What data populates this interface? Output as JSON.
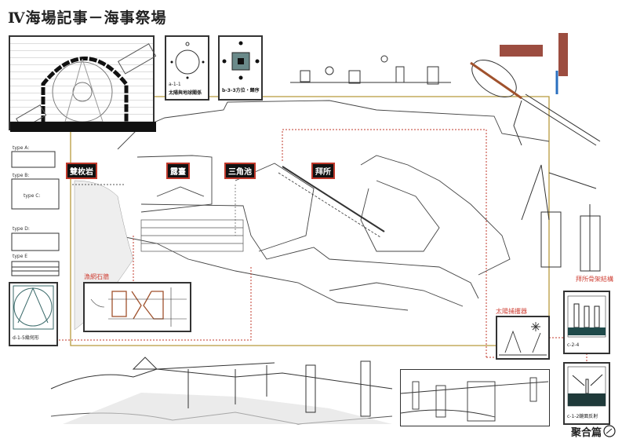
{
  "title": "Ⅳ海場記事－海事祭場",
  "cards": {
    "a11": {
      "code": "a-1-1",
      "caption": "太陽與地球關係"
    },
    "b33": {
      "caption": "b-3-3方位・歸序"
    },
    "d15": {
      "caption": "d-1-5幾何形"
    },
    "c24": {
      "caption": "c-2-4"
    },
    "c12": {
      "caption": "c-1-2鏡面反射"
    }
  },
  "tags": [
    "雙枚岩",
    "露臺",
    "三角池",
    "拜所"
  ],
  "labels": {
    "fishnet_wall": "漁網石牆",
    "sun_catcher": "太陽捕攫器",
    "shrine_frame": "拜所骨架結構",
    "types": [
      "type A:",
      "type B:",
      "type C:",
      "type D:",
      "type E"
    ]
  },
  "footer": "聚合篇",
  "colors": {
    "frame": "#b89a3c",
    "accent_red": "#c0392b",
    "ink": "#222222"
  }
}
